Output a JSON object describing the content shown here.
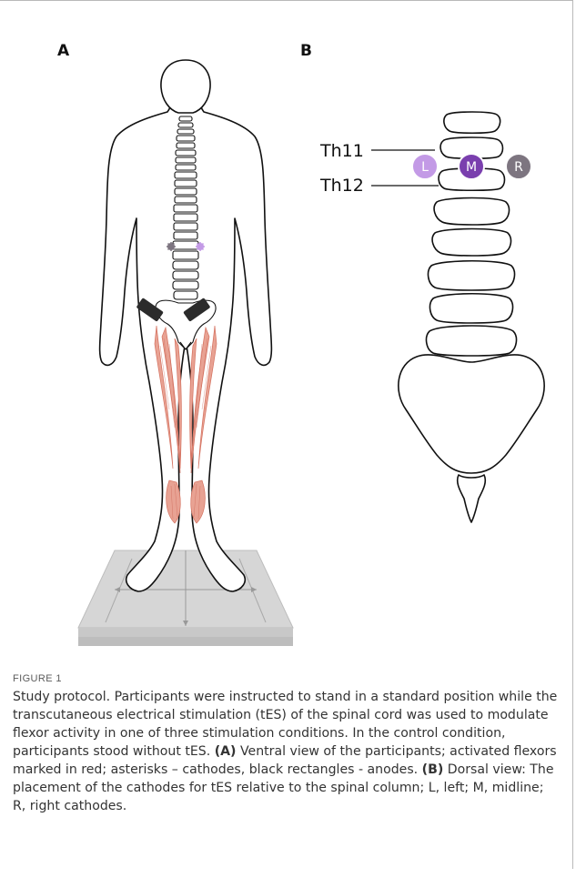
{
  "panels": {
    "a_label": "A",
    "b_label": "B"
  },
  "vertebra_labels": {
    "upper": "Th11",
    "lower": "Th12"
  },
  "cathodes": [
    {
      "letter": "L",
      "color": "#c39ae6"
    },
    {
      "letter": "M",
      "color": "#7a3fae"
    },
    {
      "letter": "R",
      "color": "#7d7580"
    }
  ],
  "colors": {
    "muscle": "#e07a66",
    "anode": "#2b2b2b",
    "platform": "#d6d6d6"
  },
  "caption": {
    "title": "FIGURE 1",
    "intro": "Study protocol. Participants were instructed to stand in a standard position while the transcutaneous electrical stimulation (tES) of the spinal cord was used to modulate flexor activity in one of three stimulation conditions. In the control condition, participants stood without tES.",
    "a_tag": "(A)",
    "a_text": " Ventral view of the participants; activated flexors marked in red; asterisks – cathodes, black rectangles - anodes.",
    "b_tag": "(B)",
    "b_text": " Dorsal view: The placement of the cathodes for tES relative to the spinal column; L, left; M, midline; R, right cathodes."
  }
}
